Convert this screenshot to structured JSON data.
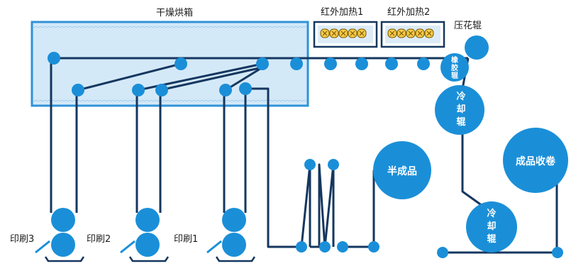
{
  "labels": {
    "dryer_oven": "干燥烘箱",
    "ir_heater_1": "红外加热1",
    "ir_heater_2": "红外加热2",
    "emboss_roller": "压花辊",
    "rubber_roller_lines": [
      "橡",
      "胶",
      "辊"
    ],
    "cooling_roller_1_lines": [
      "冷",
      "却",
      "辊"
    ],
    "cooling_roller_2_lines": [
      "冷",
      "却",
      "辊"
    ],
    "semi_finished": "半成品",
    "finished_winding": "成品收卷",
    "print_3": "印刷3",
    "print_2": "印刷2",
    "print_1": "印刷1"
  },
  "colors": {
    "roller_blue": "#1a8fd8",
    "web_line": "#15375f",
    "oven_fill": "#d4e9f8",
    "oven_border": "#2f93d8",
    "heater_fill": "#f8cb4a",
    "heater_border": "#15375f"
  },
  "icons": {
    "ir_heater_element": "coil-x-icon"
  }
}
